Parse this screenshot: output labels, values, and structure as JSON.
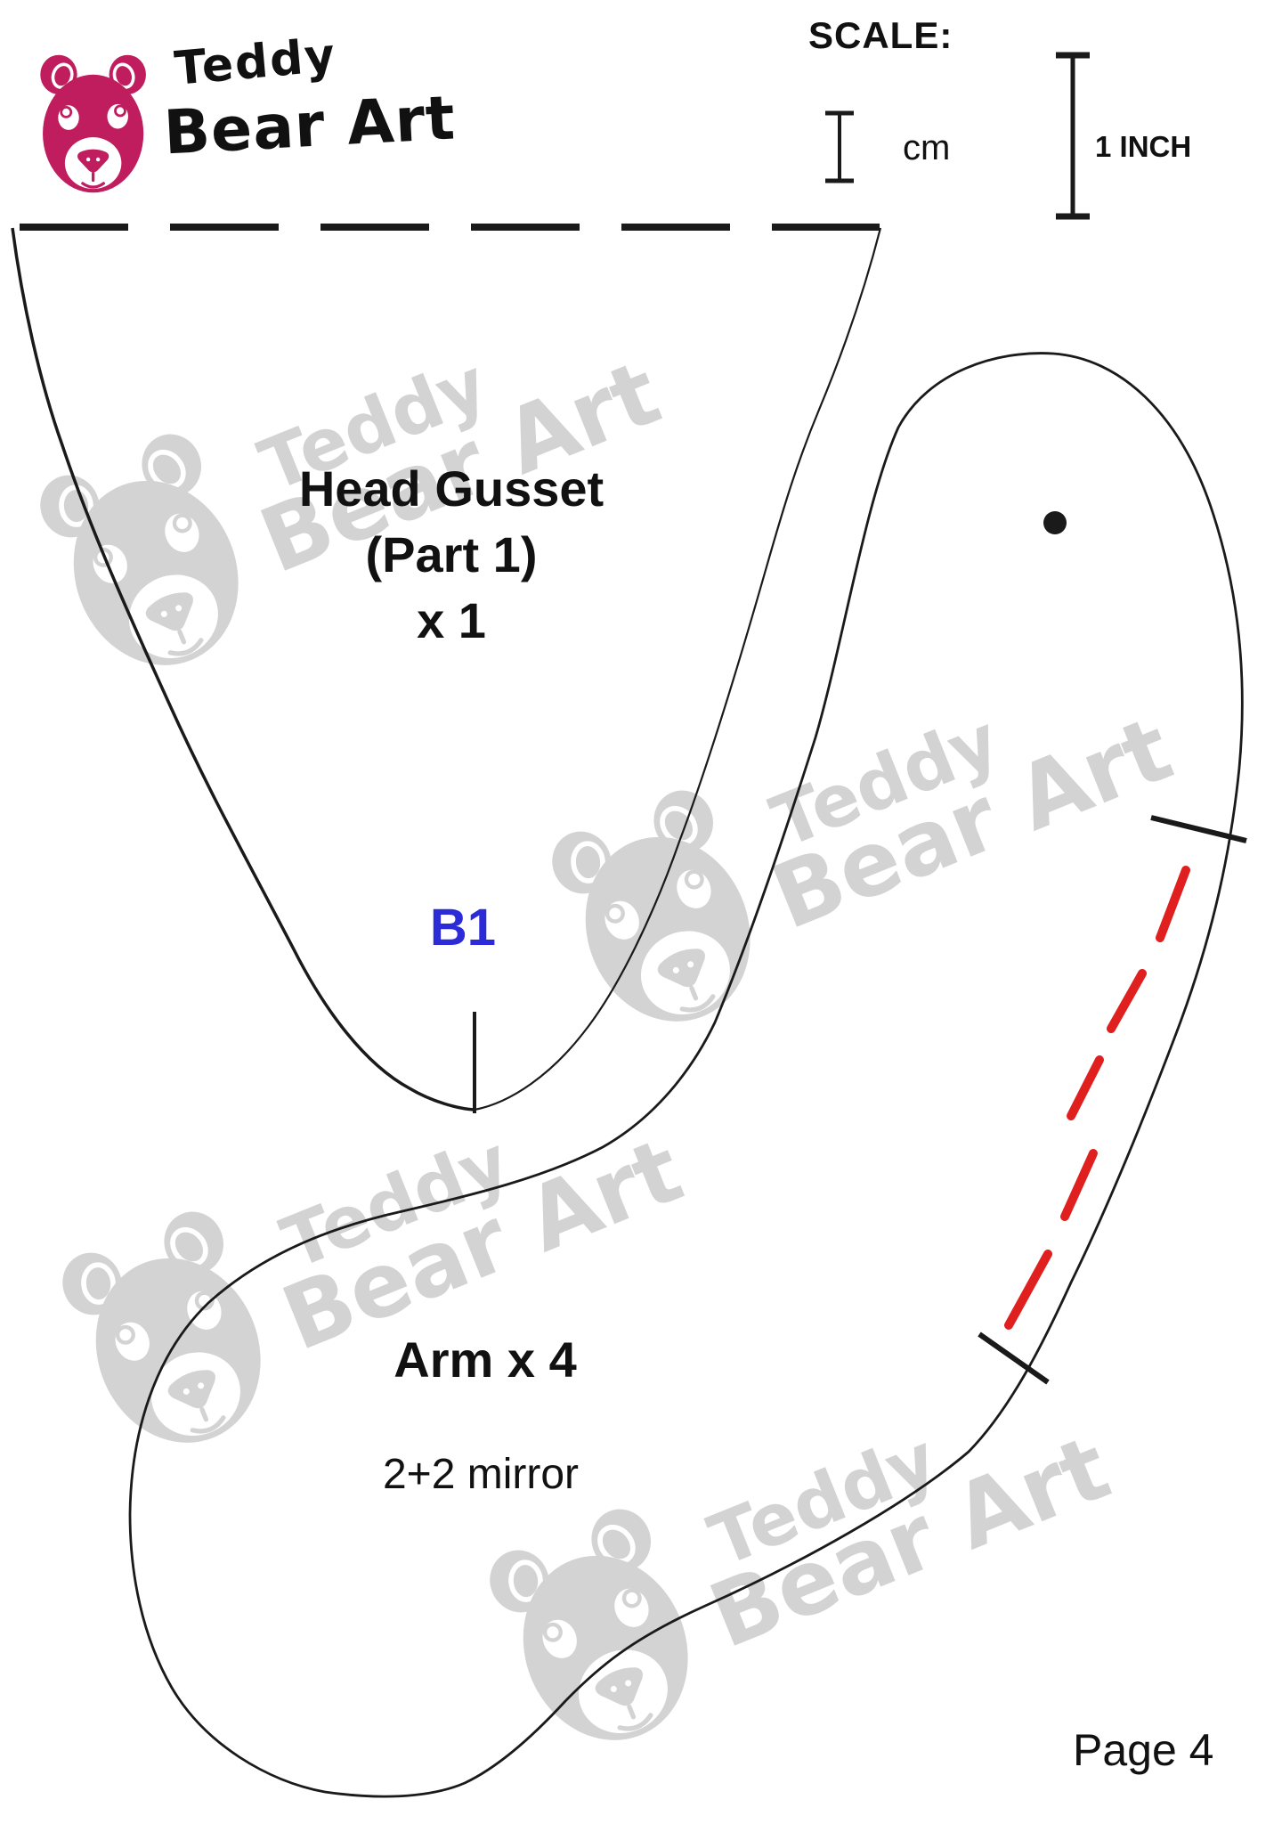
{
  "brand": {
    "name_line1": "Teddy",
    "name_line2": "Bear Art"
  },
  "scale": {
    "title": "SCALE:",
    "cm_label": "cm",
    "inch_label": "1 INCH"
  },
  "pieces": [
    {
      "id": "head-gusset",
      "label_line1": "Head Gusset",
      "label_line2": "(Part 1)",
      "label_line3": "x 1",
      "marker": "B1"
    },
    {
      "id": "arm",
      "label": "Arm x 4",
      "sublabel": "2+2 mirror"
    }
  ],
  "watermark": {
    "line1": "Teddy",
    "line2": "Bear Art"
  },
  "footer": {
    "page_label": "Page 4"
  },
  "icons": [
    "bear-face-icon",
    "cm-scale-bar",
    "inch-scale-bar"
  ],
  "colors": {
    "brand": "#c01d5e",
    "marker_blue": "#2b2bd8",
    "dash_red": "#e01f1f",
    "outline": "#1a1a1a",
    "watermark": "#d3d3d3",
    "text": "#111111",
    "background": "#ffffff"
  }
}
